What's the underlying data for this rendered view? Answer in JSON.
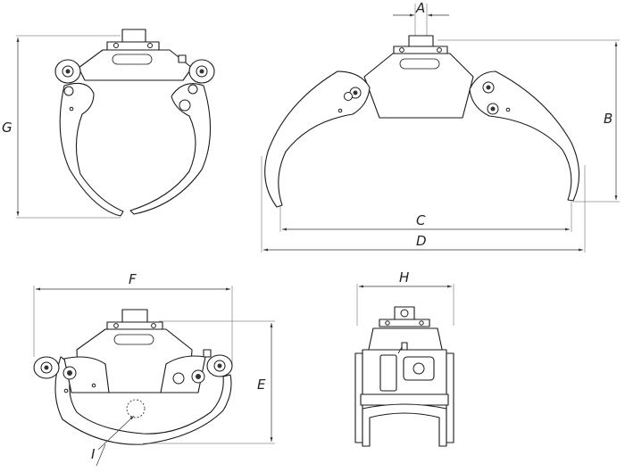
{
  "drawing": {
    "dimension_labels": {
      "a": "A",
      "b": "B",
      "c": "C",
      "d": "D",
      "e": "E",
      "f": "F",
      "g": "G",
      "h": "H",
      "i": "I"
    },
    "views": [
      "grapple-closed-front-view",
      "grapple-open-front-view",
      "grapple-tight-closed-view",
      "grapple-side-view"
    ]
  }
}
